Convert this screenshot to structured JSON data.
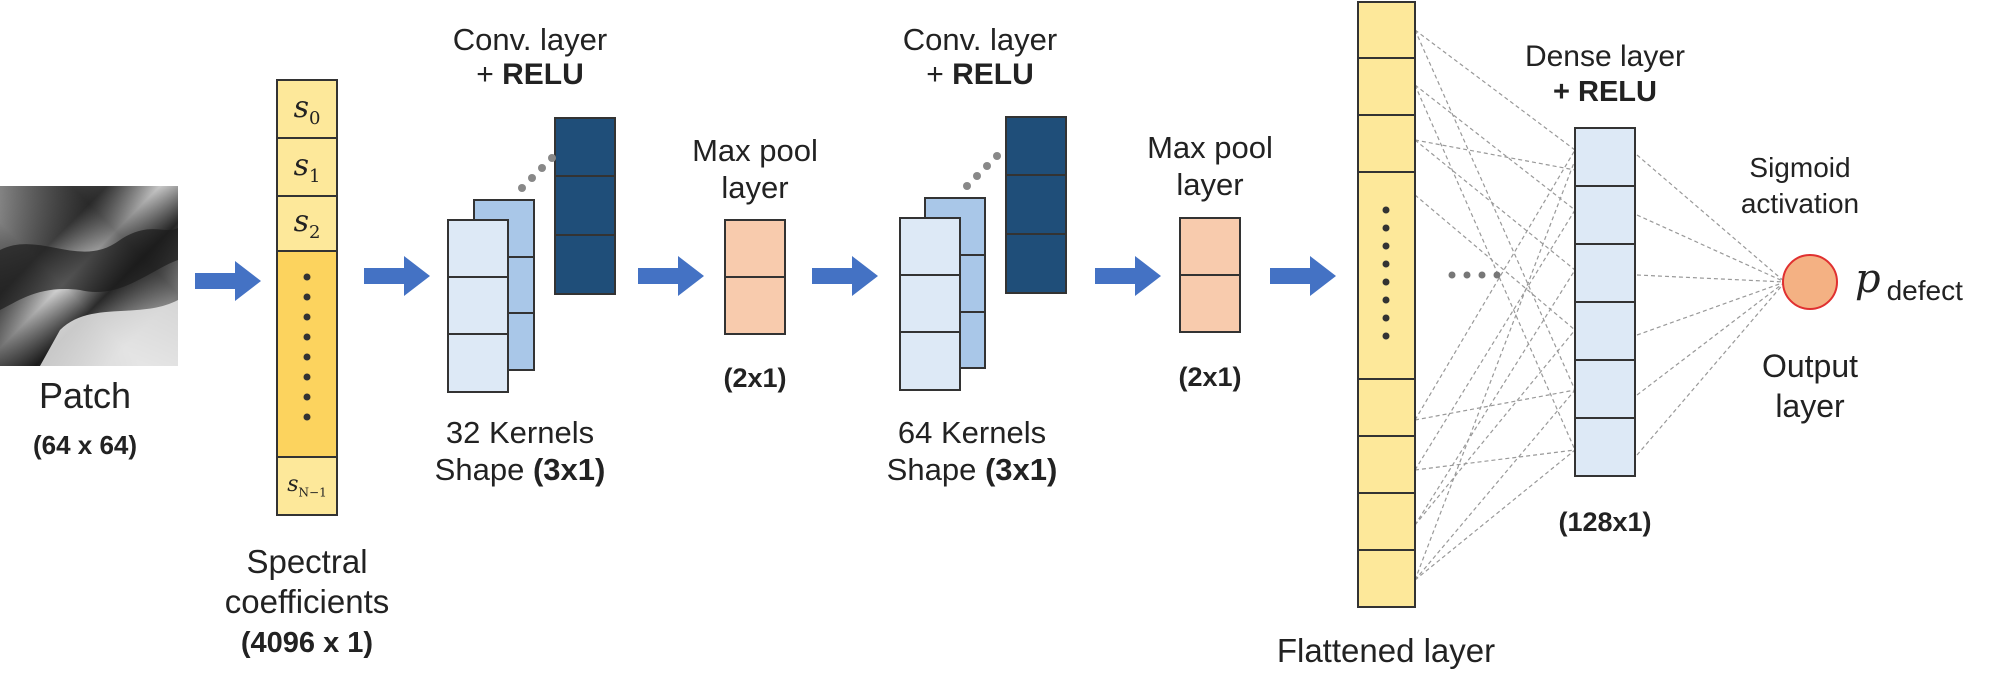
{
  "patch": {
    "title": "Patch",
    "size": "(64 x 64)"
  },
  "spectral": {
    "coef_0": "s",
    "sub_0": "0",
    "coef_1": "s",
    "sub_1": "1",
    "coef_2": "s",
    "sub_2": "2",
    "coef_last": "s",
    "sub_last": "N−1",
    "label_line1": "Spectral",
    "label_line2": "coefficients",
    "size": "(4096 x 1)"
  },
  "conv1": {
    "title_line1": "Conv. layer",
    "title_plus": "+ ",
    "title_act": "RELU",
    "kernels": "32 Kernels",
    "shape_prefix": "Shape ",
    "shape": "(3x1)"
  },
  "pool1": {
    "title_line1": "Max pool",
    "title_line2": "layer",
    "size": "(2x1)"
  },
  "conv2": {
    "title_line1": "Conv. layer",
    "title_plus": "+ ",
    "title_act": "RELU",
    "kernels": "64 Kernels",
    "shape_prefix": "Shape ",
    "shape": "(3x1)"
  },
  "pool2": {
    "title_line1": "Max pool",
    "title_line2": "layer",
    "size": "(2x1)"
  },
  "flatten": {
    "label": "Flattened layer"
  },
  "dense": {
    "title_line1": "Dense layer",
    "title_line2": "+ RELU",
    "size": "(128x1)"
  },
  "output": {
    "activation_line1": "Sigmoid",
    "activation_line2": "activation",
    "symbol": "p",
    "symbol_sub": "defect",
    "label_line1": "Output",
    "label_line2": "layer"
  },
  "colors": {
    "yellow_fill": "#fde89a",
    "yellow_dark": "#f9d65c",
    "light_blue": "#dde9f6",
    "mid_blue": "#a9c7e8",
    "dark_blue": "#1f4e79",
    "peach": "#f8cbad",
    "arrow": "#4472c4",
    "output_node": "#f4b183",
    "output_border": "#e03030"
  }
}
